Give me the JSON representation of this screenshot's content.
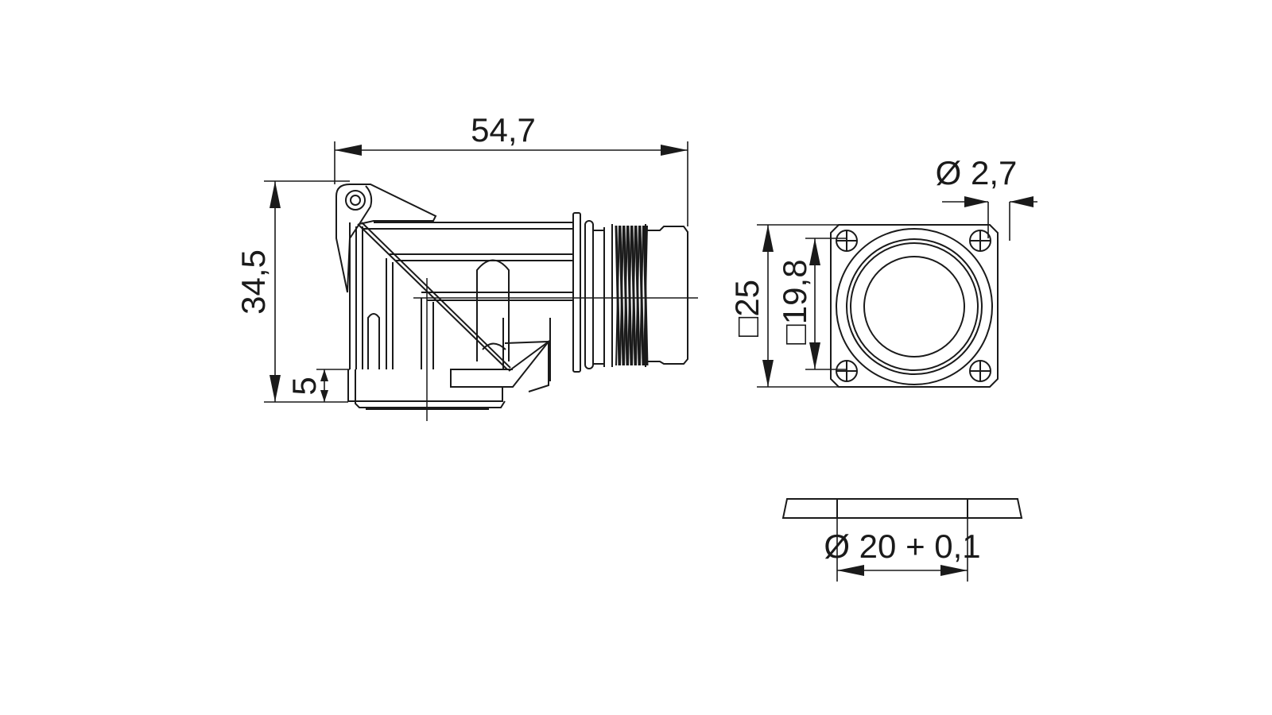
{
  "drawing": {
    "side_view": {
      "length_dim": "54,7",
      "height_dim": "34,5",
      "base_dim": "5"
    },
    "front_view": {
      "hole_dim": "Ø 2,7",
      "outer_square_dim": "□25",
      "hole_spacing_dim": "□19,8"
    },
    "panel_cutout": {
      "cutout_dim": "Ø 20 + 0,1"
    }
  }
}
